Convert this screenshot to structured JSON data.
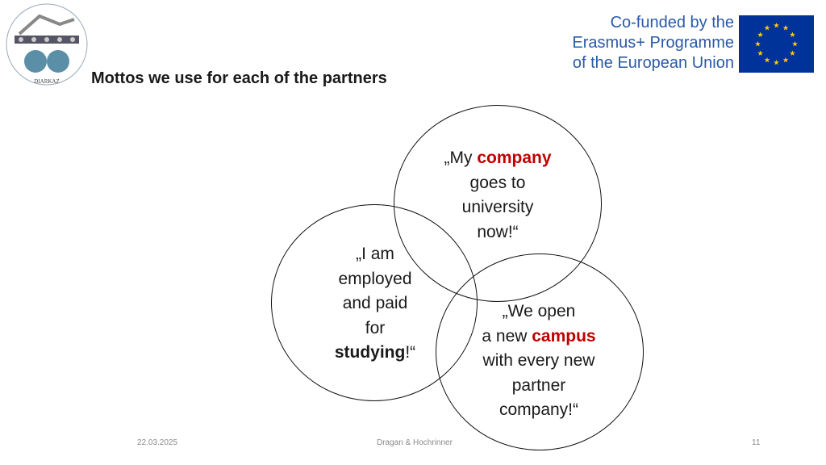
{
  "header": {
    "title": "Mottos we use for each of the partners",
    "logo_caption": "DIARKAZ",
    "cofunded_lines": [
      "Co-funded by the",
      "Erasmus+ Programme",
      "of the European Union"
    ]
  },
  "mottos": {
    "company": {
      "l1_pre": "„My ",
      "l1_em": "company",
      "l2": "goes to",
      "l3": "university",
      "l4": "now!“"
    },
    "employed": {
      "l1": "„I am",
      "l2": "employed",
      "l3": "and paid",
      "l4": "for",
      "l5_em": "studying",
      "l5_post": "!“"
    },
    "campus": {
      "l1": "„We open",
      "l2_pre": "a new ",
      "l2_em": "campus",
      "l3": "with every new",
      "l4": "partner",
      "l5": "company!“"
    }
  },
  "footer": {
    "date": "22.03.2025",
    "author": "Dragan & Hochrinner",
    "page": "11"
  },
  "colors": {
    "highlight": "#c00000",
    "eu_blue": "#003399",
    "eu_star": "#ffcc00",
    "cofund_text": "#2a5aa6"
  }
}
